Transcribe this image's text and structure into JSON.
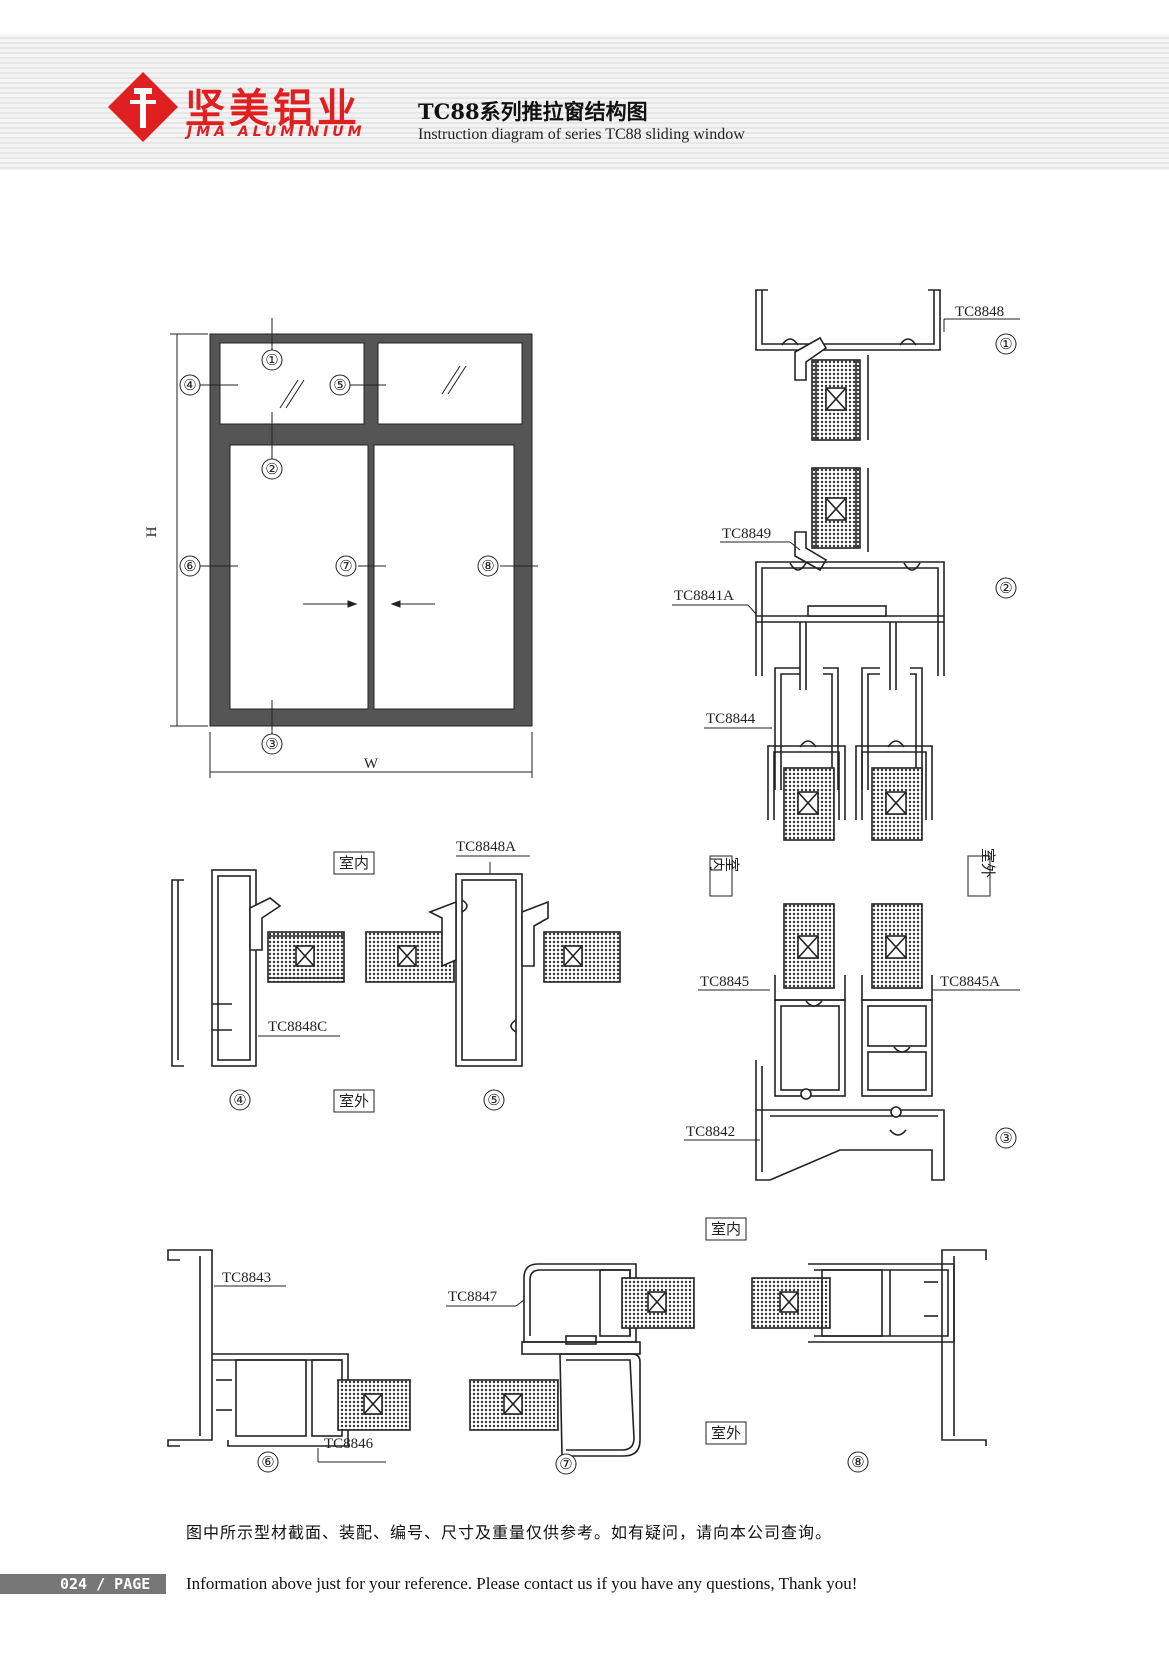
{
  "header": {
    "brand_cn": "坚美铝业",
    "brand_en": "JMA ALUMINIUM",
    "title_cn": "TC88系列推拉窗结构图",
    "title_en": "Instruction diagram of series TC88 sliding window"
  },
  "elevation": {
    "height_label": "H",
    "width_label": "W",
    "callouts": [
      "①",
      "②",
      "③",
      "④",
      "⑤",
      "⑥",
      "⑦",
      "⑧"
    ]
  },
  "parts": {
    "p1": "TC8848",
    "p2": "TC8849",
    "p3": "TC8841A",
    "p4": "TC8844",
    "p5": "TC8845",
    "p6": "TC8845A",
    "p7": "TC8842",
    "p8": "TC8848A",
    "p9": "TC8848C",
    "p10": "TC8843",
    "p11": "TC8846",
    "p12": "TC8847"
  },
  "section_numbers": [
    "①",
    "②",
    "③",
    "④",
    "⑤",
    "⑥",
    "⑦",
    "⑧"
  ],
  "zones": {
    "indoor": "室内",
    "outdoor": "室外",
    "indoor_v": "室内",
    "outdoor_v": "室外"
  },
  "footer": {
    "page": "024 / PAGE",
    "note_cn": "图中所示型材截面、装配、编号、尺寸及重量仅供参考。如有疑问，请向本公司查询。",
    "note_en": "Information above just for your reference. Please contact us if you have any questions, Thank you!"
  },
  "colors": {
    "brand_red": "#e02020",
    "frame_gray": "#555555",
    "line": "#222222"
  }
}
